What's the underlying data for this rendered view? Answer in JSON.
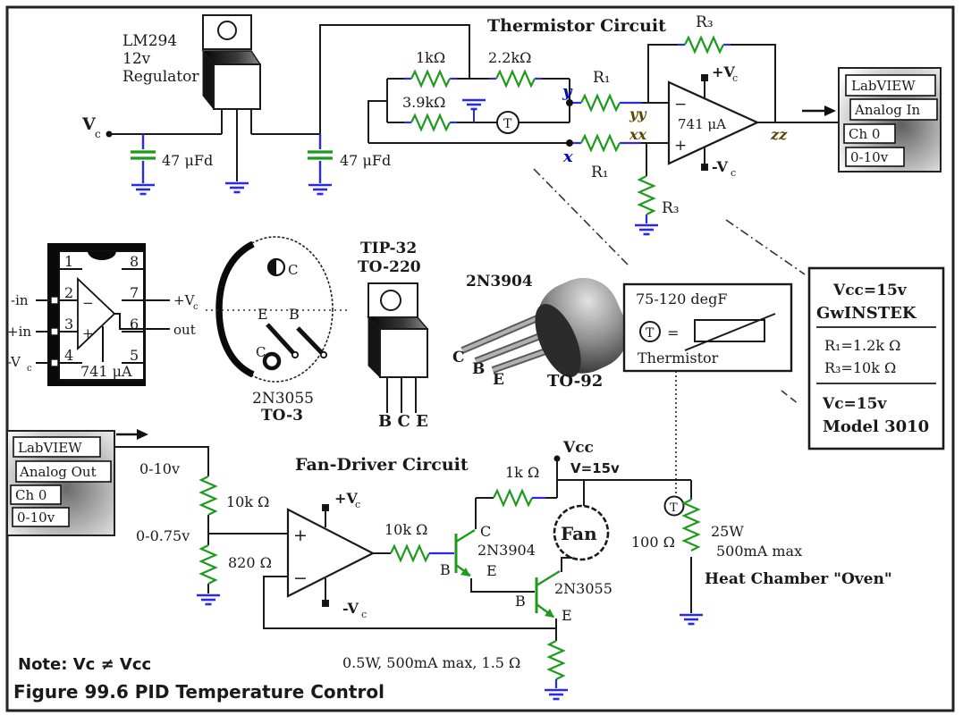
{
  "figure": {
    "caption": "Figure 99.6  PID Temperature Control",
    "note": "Note: Vc ≠ Vcc"
  },
  "titles": {
    "thermistor_circuit": "Thermistor Circuit",
    "fan_driver_circuit": "Fan-Driver Circuit"
  },
  "colors": {
    "wire": "#1a1a1a",
    "resistor_green": "#1e9b1e",
    "ground_blue": "#2a2ae6",
    "node_navy": "#0008c8",
    "node_brown": "#5a4500"
  },
  "t": {
    "lm294": "LM294",
    "v12": "12v",
    "regulator": "Regulator",
    "cap47": "47 μFd",
    "v_base": "V",
    "sub_c": "c",
    "vplus": "+V",
    "vminus": "-V",
    "r_1k": "1kΩ",
    "r_2k2": "2.2kΩ",
    "r_3k9": "3.9kΩ",
    "r1": "R₁",
    "r3": "R₃",
    "y": "y",
    "x": "x",
    "yy": "yy",
    "xx": "xx",
    "zz": "zz",
    "chip741": "741 μA",
    "plus": "+",
    "minus": "−",
    "eq": "=",
    "T": "T",
    "lv": "LabVIEW",
    "analog_in": "Analog In",
    "analog_out": "Analog Out",
    "ch0": "Ch 0",
    "v010": "0-10v",
    "spec1": "Vcc=15v",
    "spec2": "GwINSTEK",
    "spec3": "R₁=1.2k Ω",
    "spec4": "R₃=10k Ω",
    "spec5": "Vc=15v",
    "spec6": "Model 3010",
    "legend_range": "75-120 degF",
    "legend_name": "Thermistor",
    "p1": "1",
    "p2": "2",
    "p3": "3",
    "p4": "4",
    "p5": "5",
    "p6": "6",
    "p7": "7",
    "p8": "8",
    "nin": "-in",
    "pin": "+in",
    "out": "out",
    "q3055": "2N3055",
    "to3": "TO-3",
    "tip32": "TIP-32",
    "to220": "TO-220",
    "bce": "B C E",
    "q3904": "2N3904",
    "to92": "TO-92",
    "C": "C",
    "B": "B",
    "E": "E",
    "wire010": "0-10v",
    "r_10k": "10k Ω",
    "v075": "0-0.75v",
    "r_820": "820 Ω",
    "r_1k_sp": "1k Ω",
    "vcc": "Vcc",
    "v15": "V=15v",
    "fan": "Fan",
    "r_100": "100 Ω",
    "w25": "25W",
    "ma500": "500mA max",
    "oven": "Heat Chamber \"Oven\"",
    "eres": "0.5W, 500mA max, 1.5 Ω"
  }
}
